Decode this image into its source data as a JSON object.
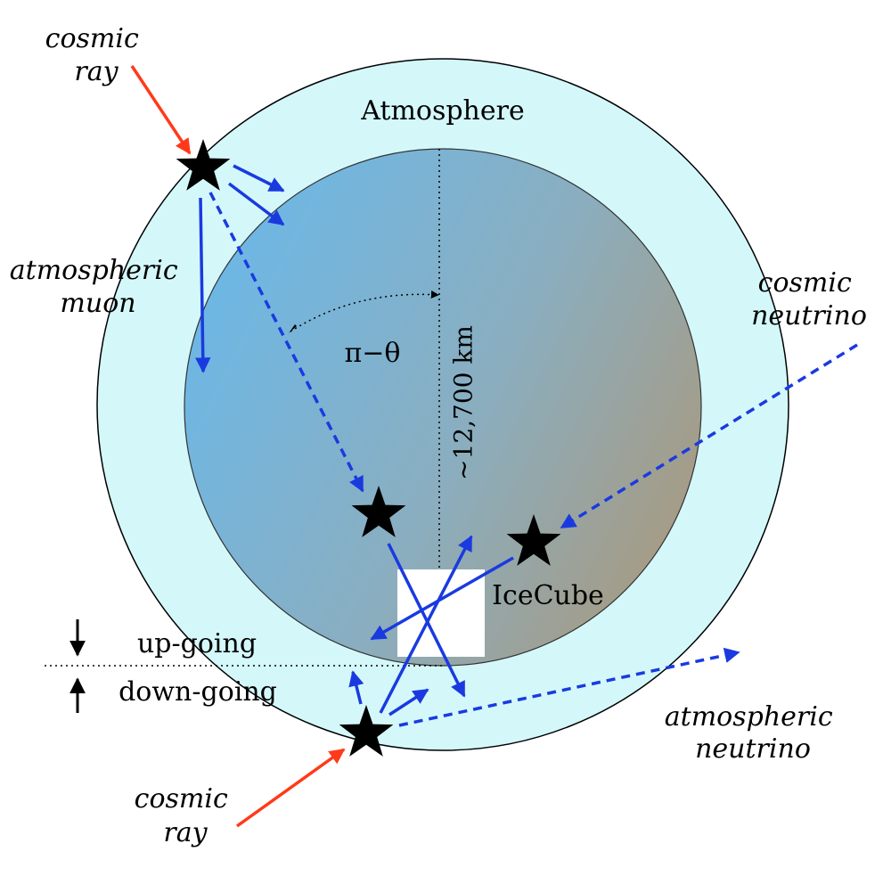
{
  "labels": {
    "cosmic_ray_top": [
      "cosmic",
      "ray"
    ],
    "cosmic_ray_bottom": [
      "cosmic",
      "ray"
    ],
    "atmospheric_muon": [
      "atmospheric",
      "muon"
    ],
    "cosmic_neutrino": [
      "cosmic",
      "neutrino"
    ],
    "atmospheric_neutrino": [
      "atmospheric",
      "neutrino"
    ],
    "atmosphere": "Atmosphere",
    "angle": "π−θ",
    "diameter": "~12,700 km",
    "detector": "IceCube",
    "up_going": "up-going",
    "down_going": "down-going"
  },
  "colors": {
    "atmosphere": "#d4f8fa",
    "earth_left": "#6bb8e8",
    "earth_right": "#a89a80",
    "cosmic_ray_arrow": "#ff3a1a",
    "particle_arrow": "#1a3ae0",
    "star": "#000000"
  }
}
